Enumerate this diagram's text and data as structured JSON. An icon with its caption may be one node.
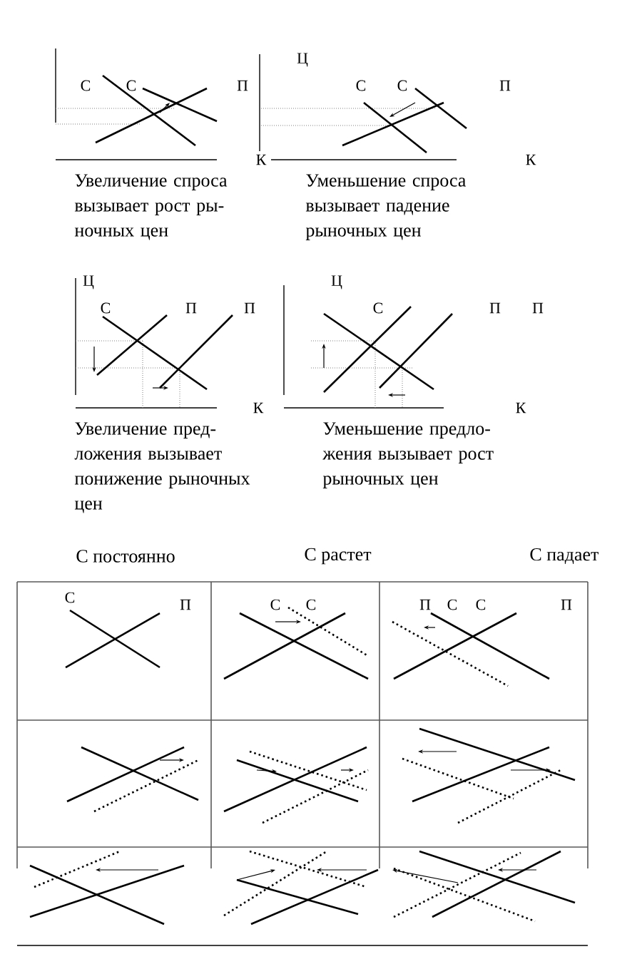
{
  "diagram": {
    "labels": [
      "С",
      "С",
      "П",
      "К",
      "Ц",
      "С",
      "С",
      "П",
      "К",
      "Увеличение спроса вызывает рост ры- ночных цен",
      "Уменьшение спроса вызывает падение рыночных цен",
      "Ц",
      "С",
      "П",
      "П",
      "К",
      "Ц",
      "С",
      "П",
      "П",
      "К",
      "Увеличение пред- ложения вызывает понижение рыночных цен",
      "Уменьшение предло- жения вызывает рост рыночных цен",
      "С постоянно",
      "С растет",
      "С падает",
      "С",
      "П",
      "С",
      "С",
      "П",
      "С",
      "С",
      "П"
    ]
  }
}
